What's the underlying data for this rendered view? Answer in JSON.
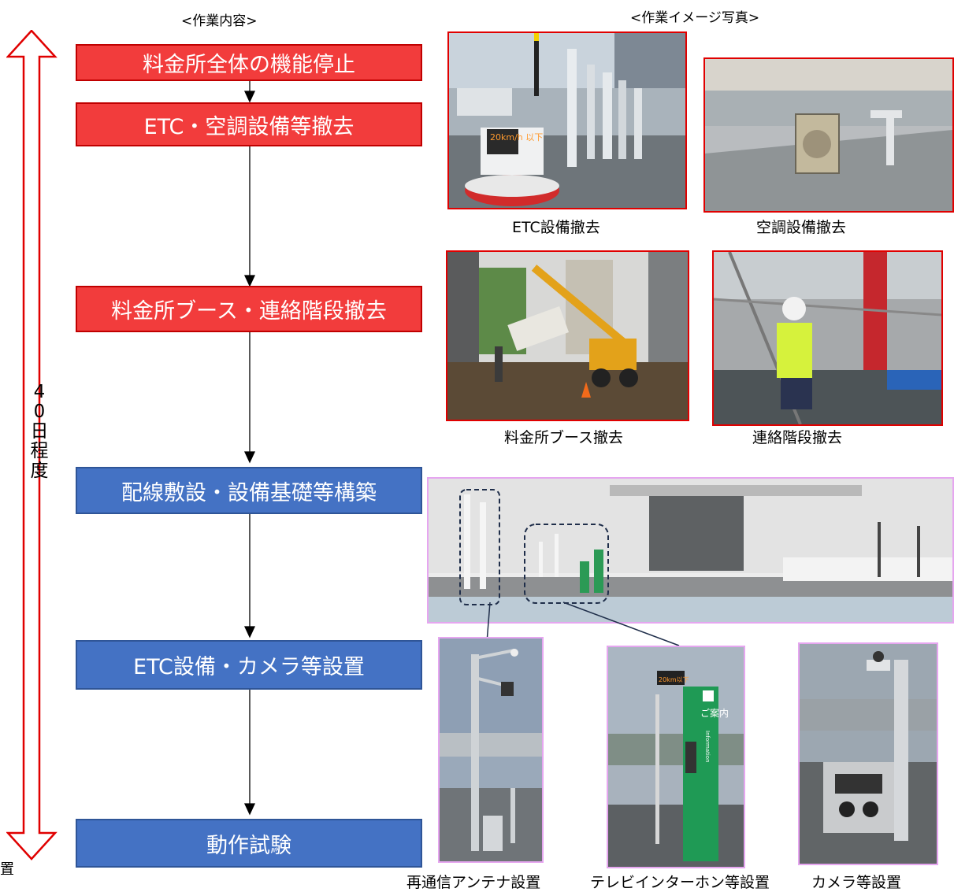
{
  "headers": {
    "work_content": "<作業内容>",
    "work_photos": "<作業イメージ写真>"
  },
  "duration_label": [
    "4",
    "0",
    "日",
    "程",
    "度"
  ],
  "edge_cut_text": "置",
  "steps": [
    {
      "label": "料金所全体の機能停止",
      "color": "#f23c3c"
    },
    {
      "label": "ETC・空調設備等撤去",
      "color": "#f23c3c"
    },
    {
      "label": "料金所ブース・連絡階段撤去",
      "color": "#f23c3c"
    },
    {
      "label": "配線敷設・設備基礎等構築",
      "color": "#4472c4"
    },
    {
      "label": "ETC設備・カメラ等設置",
      "color": "#4472c4"
    },
    {
      "label": "動作試験",
      "color": "#4472c4"
    }
  ],
  "photo_captions": {
    "etc_removal": "ETC設備撤去",
    "ac_removal": "空調設備撤去",
    "booth_removal": "料金所ブース撤去",
    "stairs_removal": "連絡階段撤去",
    "antenna": "再通信アンテナ設置",
    "intercom": "テレビインターホン等設置",
    "camera": "カメラ等設置"
  },
  "photo_signs": {
    "speed_sign": "20km/h 以下",
    "info_sign": "ご案内",
    "info_sign_en": "Information"
  }
}
